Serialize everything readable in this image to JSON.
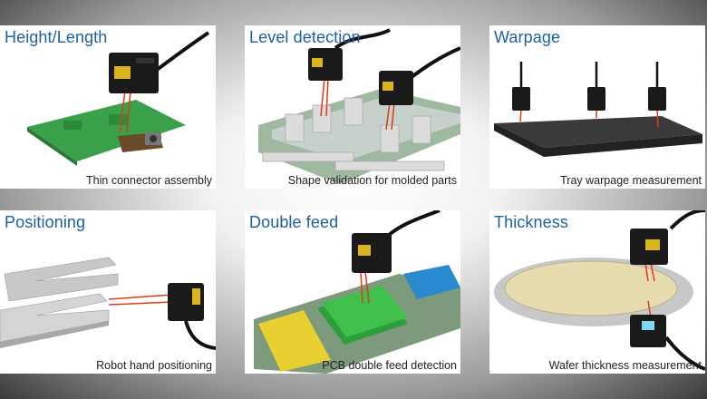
{
  "cards": [
    {
      "title": "Height/Length",
      "caption": "Thin connector assembly",
      "icon": "sensor-pcb-illustration"
    },
    {
      "title": "Level detection",
      "caption": "Shape validation for molded parts",
      "icon": "sensor-molded-parts-illustration"
    },
    {
      "title": "Warpage",
      "caption": "Tray warpage measurement",
      "icon": "sensor-tray-illustration"
    },
    {
      "title": "Positioning",
      "caption": "Robot hand positioning",
      "icon": "sensor-robot-hand-illustration"
    },
    {
      "title": "Double feed",
      "caption": "PCB double feed detection",
      "icon": "sensor-pcb-conveyor-illustration"
    },
    {
      "title": "Thickness",
      "caption": "Wafer thickness measurement",
      "icon": "sensor-wafer-illustration"
    }
  ]
}
